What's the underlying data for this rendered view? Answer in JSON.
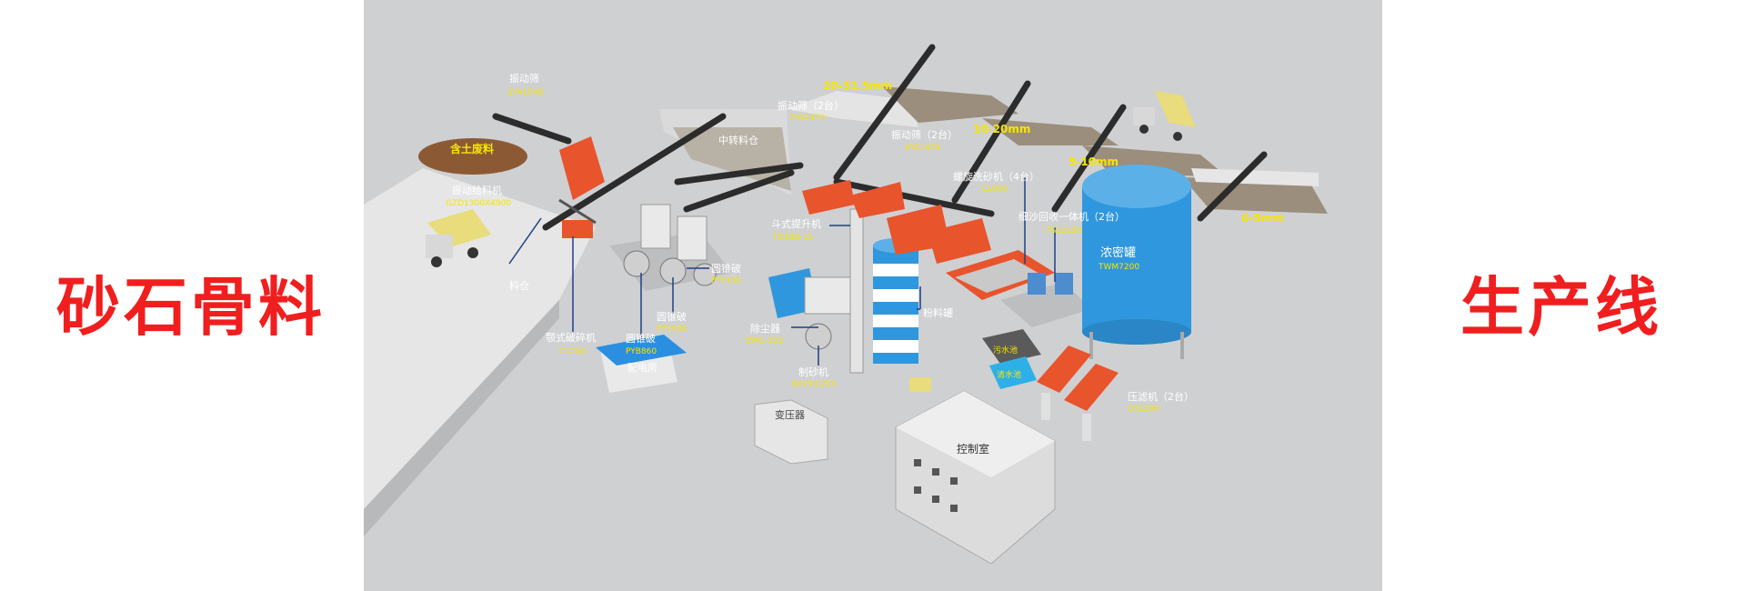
{
  "heading": {
    "left": "砂石骨料",
    "right": "生产线"
  },
  "colors": {
    "heading_red": "#f01e1e",
    "label_white": "#ffffff",
    "model_yellow": "#f7e600",
    "machine_orange": "#e8542c",
    "tank_blue": "#2f97dd",
    "roof_blue": "#2a8fe0"
  },
  "equipment": {
    "vibrating_screen_top": {
      "name": "振动筛",
      "model": "2YA1548"
    },
    "vibrating_feeder": {
      "name": "振动给料机",
      "model": "GZD1300X4900"
    },
    "jaw_crusher": {
      "name": "颚式破碎机",
      "model": "C1250"
    },
    "cone_crusher_1": {
      "name": "圆锥破",
      "model": "PYB860"
    },
    "cone_crusher_2": {
      "name": "圆锥破",
      "model": "PYY440"
    },
    "cone_crusher_3": {
      "name": "圆锥破",
      "model": "PYY430"
    },
    "dust_collector": {
      "name": "除尘器",
      "model": "DMC-320"
    },
    "sand_maker": {
      "name": "制砂机",
      "model": "6XVSI1263"
    },
    "bucket_elevator": {
      "name": "斗式提升机",
      "model": "TD160-15"
    },
    "vibrating_screen_2": {
      "name": "振动筛（2台）",
      "model": "2YA2470"
    },
    "vibrating_screen_4": {
      "name": "振动筛（2台）",
      "model": "4YA2470"
    },
    "spiral_sand_washer": {
      "name": "螺旋洗砂机（4台）",
      "model": "LS900"
    },
    "fine_sand_recycler": {
      "name": "细沙回收一体机（2台）",
      "model": "TSS2050"
    },
    "thickener": {
      "name": "浓密罐",
      "model": "TWM7200"
    },
    "filter_press": {
      "name": "压滤机（2台）",
      "model": "QYL500"
    }
  },
  "areas": {
    "soil_waste": "含土废料",
    "silo": "料仓",
    "transfer_bin": "中转料仓",
    "powder_tank": "粉料罐",
    "power_room": "配电房",
    "transformer": "变压器",
    "control_room": "控制室",
    "sewage_pool": "污水池",
    "clear_water_pool": "清水池"
  },
  "sizes": [
    "20-31.5mm",
    "10-20mm",
    "5-10mm",
    "0-5mm"
  ]
}
